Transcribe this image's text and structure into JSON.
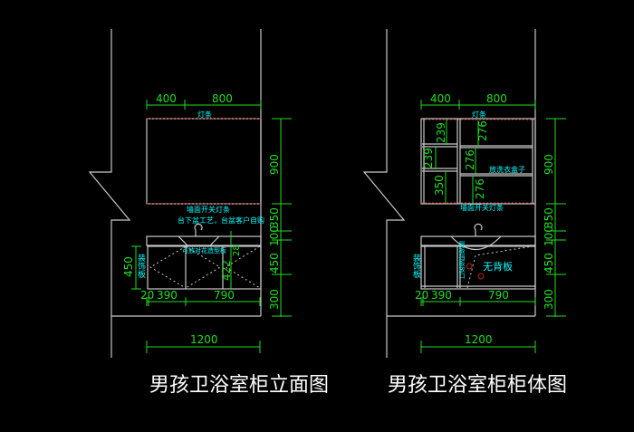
{
  "left": {
    "title": "男孩卫浴室柜立面图",
    "dims": {
      "d400": "400",
      "d800": "800",
      "d900": "900",
      "d350": "350",
      "d100": "100",
      "d450r": "450",
      "d300": "300",
      "d450l": "450",
      "d20": "20",
      "d390": "390",
      "d790": "790",
      "d1200": "1200",
      "d28": "28",
      "d422": "422"
    },
    "labels": {
      "light_strip": "灯条",
      "wall_switch": "墙面开关灯条",
      "basin_note": "台下盆工艺，台盆客户自购",
      "panel_note": "可放对花造型板",
      "decor_panel": "装饰板"
    }
  },
  "right": {
    "title": "男孩卫浴室柜柜体图",
    "dims": {
      "d400": "400",
      "d800": "800",
      "d900": "900",
      "d350": "350",
      "d100": "100",
      "d450r": "450",
      "d300": "300",
      "s239a": "239",
      "s239b": "239",
      "s350": "350",
      "s276a": "276",
      "s276b": "276",
      "s276c": "276",
      "d20": "20",
      "d390": "390",
      "d790": "790",
      "d1200": "1200"
    },
    "labels": {
      "light_strip": "灯条",
      "wall_switch": "墙面开关灯条",
      "box_note": "放洗衣盒子",
      "no_back": "无背板",
      "side_note": "侧板挡板放口",
      "decor_panel": "装饰板"
    }
  }
}
